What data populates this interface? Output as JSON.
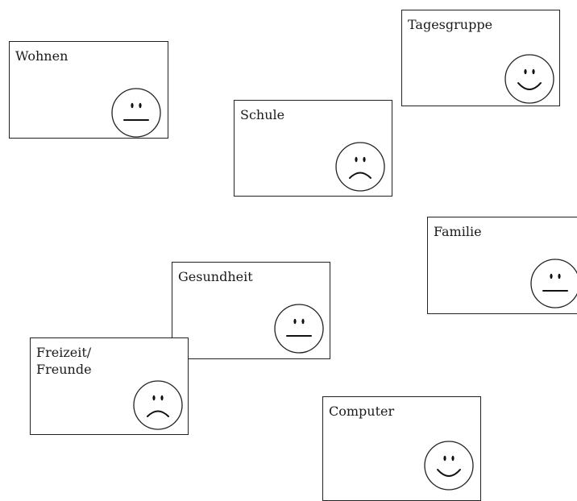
{
  "cards": [
    {
      "id": "wohnen",
      "label": "Wohnen",
      "mood": "neutral"
    },
    {
      "id": "tagesgruppe",
      "label": "Tagesgruppe",
      "mood": "happy"
    },
    {
      "id": "schule",
      "label": "Schule",
      "mood": "sad"
    },
    {
      "id": "familie",
      "label": "Familie",
      "mood": "neutral"
    },
    {
      "id": "gesundheit",
      "label": "Gesundheit",
      "mood": "neutral"
    },
    {
      "id": "freizeit",
      "label": "Freizeit/\nFreunde",
      "mood": "sad"
    },
    {
      "id": "computer",
      "label": "Computer",
      "mood": "happy"
    }
  ]
}
